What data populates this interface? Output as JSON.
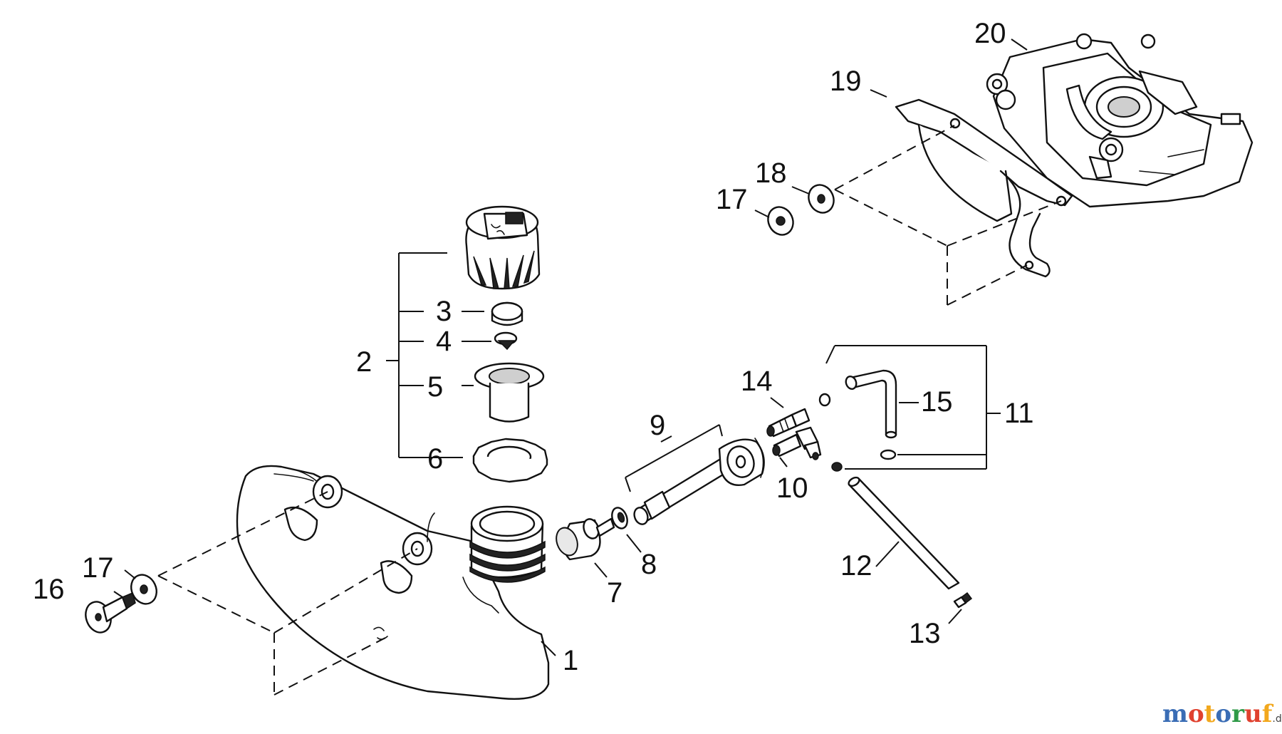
{
  "callouts": {
    "c1": "1",
    "c2": "2",
    "c3": "3",
    "c4": "4",
    "c5": "5",
    "c6": "6",
    "c7": "7",
    "c8": "8",
    "c9": "9",
    "c10": "10",
    "c11": "11",
    "c12": "12",
    "c13": "13",
    "c14": "14",
    "c15": "15",
    "c16": "16",
    "c17a": "17",
    "c17b": "17",
    "c18": "18",
    "c19": "19",
    "c20": "20"
  },
  "watermark": {
    "brand_parts": [
      "m",
      "o",
      "t",
      "o",
      "r",
      "u",
      "f"
    ],
    "brand_colors": [
      "#3a6db5",
      "#e0412f",
      "#f2a81d",
      "#3a6db5",
      "#2f9a48",
      "#e0412f",
      "#f2a81d"
    ],
    "suffix": ".de"
  }
}
